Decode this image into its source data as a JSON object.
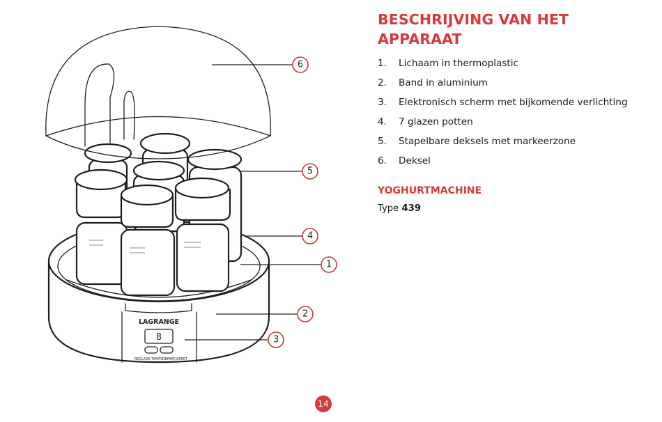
{
  "heading": "BESCHRIJVING VAN HET APPARAAT",
  "parts": [
    {
      "num": "1.",
      "text": "Lichaam in thermoplastic"
    },
    {
      "num": "2.",
      "text": "Band in aluminium"
    },
    {
      "num": "3.",
      "text": "Elektronisch scherm met bijkomende verlichting"
    },
    {
      "num": "4.",
      "text": "7 glazen potten"
    },
    {
      "num": "5.",
      "text": "Stapelbare deksels met markeerzone"
    },
    {
      "num": "6.",
      "text": "Deksel"
    }
  ],
  "product_title": "YOGHURTMACHINE",
  "type_label": "Type",
  "type_number": "439",
  "device": {
    "brand": "LAGRANGE",
    "display_digit": "8",
    "button_left": "REGLAGE TEMPS",
    "button_right": "DEPART/ARRET"
  },
  "callouts": [
    "6",
    "5",
    "4",
    "1",
    "2",
    "3"
  ],
  "page_number": "14",
  "colors": {
    "accent": "#d8393d",
    "text": "#1a1a1a",
    "line": "#1e1e1e"
  }
}
